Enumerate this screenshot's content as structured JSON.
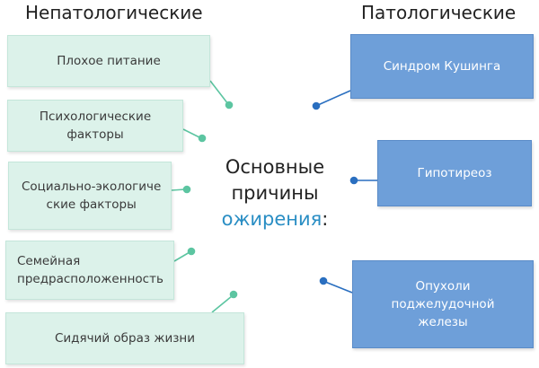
{
  "headings": {
    "left": "Непатологические",
    "right": "Патологические"
  },
  "center": {
    "line1": "Основные",
    "line2": "причины",
    "accent_word": "ожирения",
    "colon": ":"
  },
  "non_pathological": [
    {
      "lines": [
        "Плохое питание"
      ]
    },
    {
      "lines": [
        "Психологические",
        "факторы"
      ]
    },
    {
      "lines": [
        "Социально-экологиче",
        "ские факторы"
      ]
    },
    {
      "lines": [
        "Семейная",
        "предрасположенность"
      ]
    },
    {
      "lines": [
        "Сидячий образ жизни"
      ]
    }
  ],
  "pathological": [
    {
      "lines": [
        "Синдром Кушинга"
      ]
    },
    {
      "lines": [
        "Гипотиреоз"
      ]
    },
    {
      "lines": [
        "Опухоли",
        "поджелудочной",
        "железы"
      ]
    }
  ],
  "colors": {
    "green_box": "#dcf2ea",
    "green_connector": "#5cc5a1",
    "blue_box": "#6e9fd9",
    "blue_connector": "#2a6fc0",
    "accent_text": "#2a8ec4"
  }
}
